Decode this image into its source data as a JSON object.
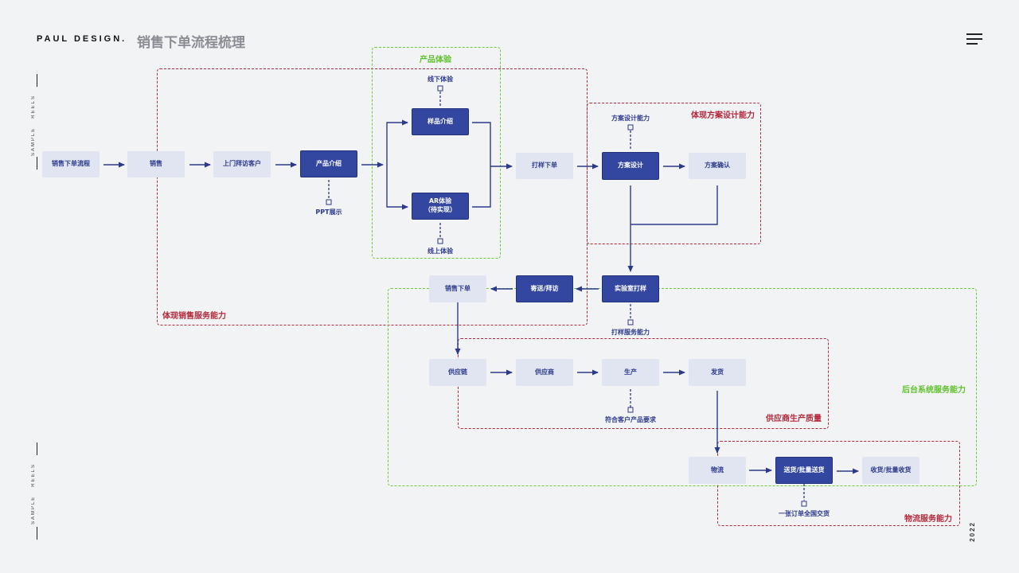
{
  "header": {
    "brand": "PAUL DESIGN.",
    "title": "销售下单流程梳理",
    "side_text": "SAMPLE   REELS",
    "year": "2022"
  },
  "regions": {
    "product_experience": "产品体验",
    "sales_service": "体现销售服务能力",
    "solution_design": "体现方案设计能力",
    "backend_service": "后台系统服务能力",
    "supplier_quality": "供应商生产质量",
    "logistics_service": "物流服务能力"
  },
  "nodes": {
    "order_flow": "销售下单流程",
    "sales": "销售",
    "visit_customer": "上门拜访客户",
    "product_intro": "产品介绍",
    "sample_intro": "样品介绍",
    "ar_experience": "AR体验\n（待实现）",
    "sample_order": "打样下单",
    "solution_design": "方案设计",
    "solution_confirm": "方案确认",
    "lab_sample": "实验室打样",
    "deliver_visit": "寄送/拜访",
    "sales_order": "销售下单",
    "supply_chain": "供应链",
    "supplier": "供应商",
    "production": "生产",
    "shipping": "发货",
    "logistics": "物流",
    "delivery": "送货/批量送货",
    "receipt": "收货/批量收货"
  },
  "annotations": {
    "ppt": "PPT展示",
    "offline": "线下体验",
    "online": "线上体验",
    "design_capability": "方案设计能力",
    "sampling_capability": "打样服务能力",
    "meets_requirements": "符合客户产品要求",
    "nationwide_delivery": "一张订单全国交货"
  },
  "colors": {
    "accent_dark": "#3447a0",
    "node_light": "#e1e5f1",
    "region_red": "#b5283a",
    "region_green": "#6cc93a",
    "background": "#f2f3f5"
  }
}
